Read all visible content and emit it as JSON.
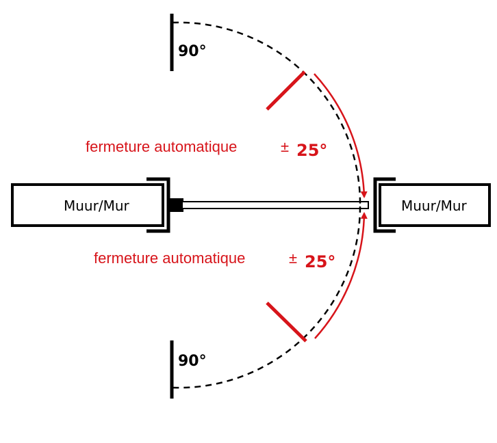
{
  "walls": {
    "left_label": "Muur/Mur",
    "right_label": "Muur/Mur"
  },
  "angles": {
    "top_label": "90°",
    "bottom_label": "90°"
  },
  "auto_close": {
    "top_text": "fermeture automatique",
    "top_symbol": "±",
    "top_value": "25°",
    "bottom_text": "fermeture automatique",
    "bottom_symbol": "±",
    "bottom_value": "25°"
  },
  "colors": {
    "accent": "#d7141a",
    "line": "#000000"
  }
}
